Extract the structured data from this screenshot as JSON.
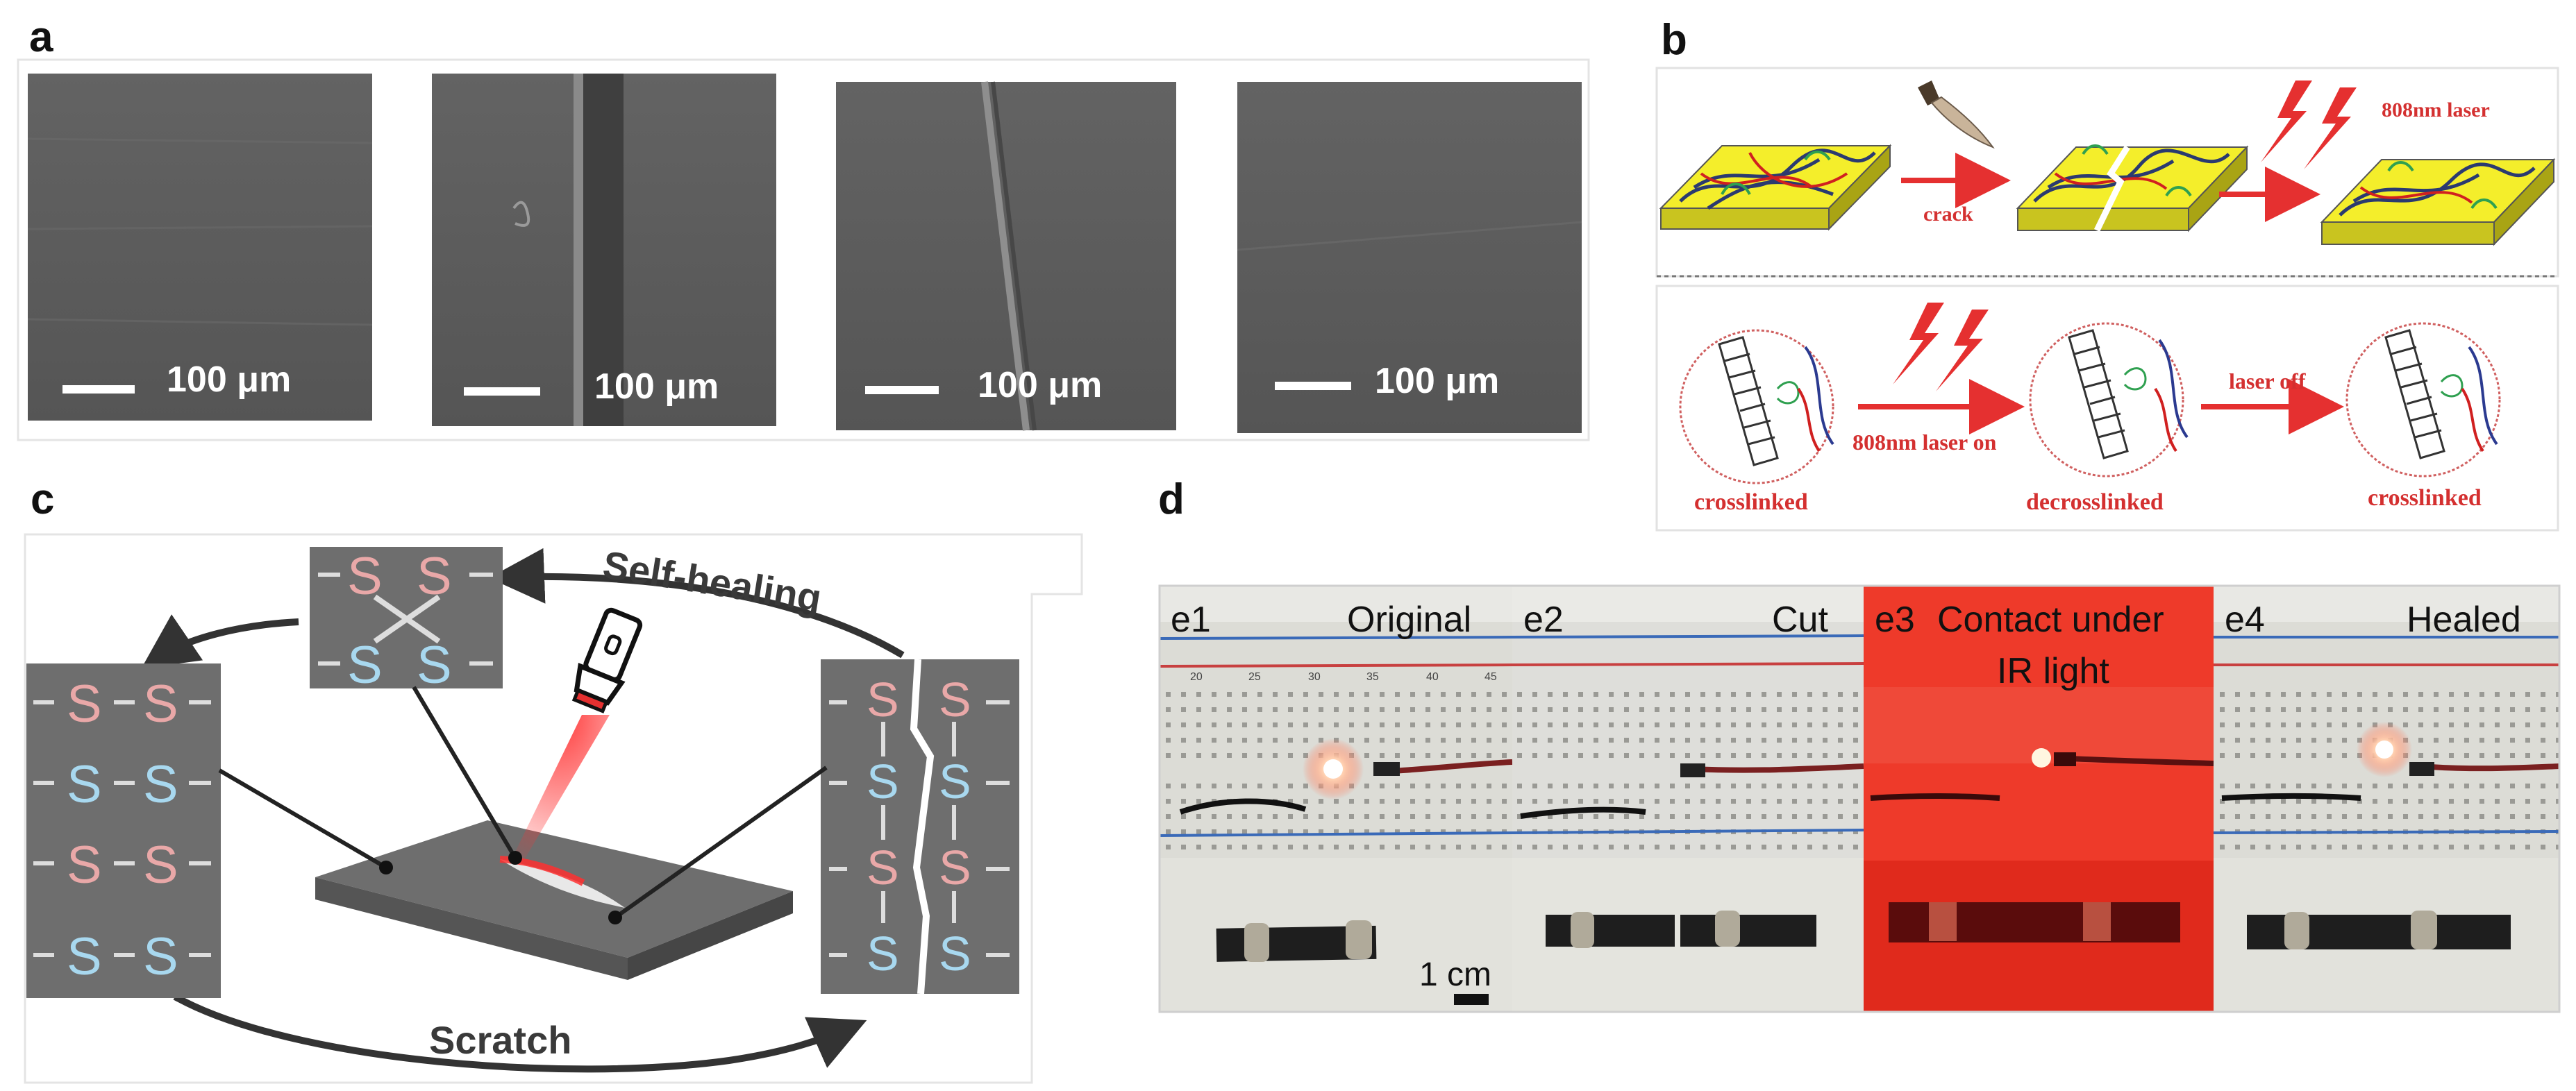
{
  "panels": {
    "a": {
      "label": "a",
      "scale_bars": [
        "100 μm",
        "100 μm",
        "100 μm",
        "100 μm"
      ]
    },
    "b": {
      "label": "b",
      "laser_top": "808nm laser",
      "crack": "crack",
      "laser_on": "808nm laser on",
      "laser_off": "laser off",
      "state_1": "crosslinked",
      "state_2": "decrosslinked",
      "state_3": "crosslinked"
    },
    "c": {
      "label": "c",
      "self_healing": "Self-healing",
      "scratch": "Scratch",
      "atom": "S"
    },
    "d": {
      "label": "d",
      "photos": [
        {
          "id": "e1",
          "caption": "Original"
        },
        {
          "id": "e2",
          "caption": "Cut"
        },
        {
          "id": "e3",
          "caption": "Contact under",
          "caption2": "IR light"
        },
        {
          "id": "e4",
          "caption": "Healed"
        }
      ],
      "scale": "1 cm",
      "ruler_numbers": [
        "20",
        "25",
        "30",
        "35",
        "40",
        "45"
      ]
    }
  },
  "colors": {
    "sem_gray": "#5b5b5b",
    "red_arrow": "#e53030",
    "pink_s": "#e9a8a8",
    "blue_s": "#a8d8ef",
    "slab_gray": "#6e6e6e",
    "yellow_film": "#f4ee2b"
  }
}
